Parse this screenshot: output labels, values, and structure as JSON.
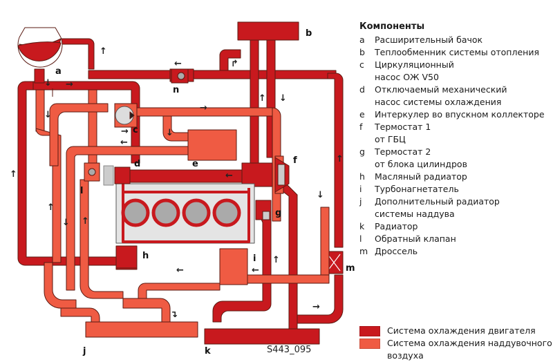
{
  "colors": {
    "engine_coolant": "#c8191e",
    "charge_air_coolant": "#ef5b43",
    "engine_block": "#e4e4e4",
    "outline": "#5a1a12",
    "arrow": "#222222"
  },
  "legend": {
    "title": "Компоненты",
    "items": [
      {
        "key": "a",
        "text": "Расширительный бачок"
      },
      {
        "key": "b",
        "text": "Теплообменник системы отопления"
      },
      {
        "key": "c",
        "text": "Циркуляционный"
      },
      {
        "key": "",
        "text": "насос ОЖ V50"
      },
      {
        "key": "d",
        "text": "Отключаемый механический"
      },
      {
        "key": "",
        "text": "насос системы охлаждения"
      },
      {
        "key": "e",
        "text": "Интеркулер во впускном коллекторе"
      },
      {
        "key": "f",
        "text": "Термостат 1"
      },
      {
        "key": "",
        "text": "от ГБЦ"
      },
      {
        "key": "g",
        "text": "Термостат 2"
      },
      {
        "key": "",
        "text": "от блока цилиндров"
      },
      {
        "key": "h",
        "text": "Масляный радиатор"
      },
      {
        "key": "i",
        "text": "Турбонагнетатель"
      },
      {
        "key": "j",
        "text": "Дополнительный радиатор"
      },
      {
        "key": "",
        "text": "системы наддува"
      },
      {
        "key": "k",
        "text": "Радиатор"
      },
      {
        "key": "l",
        "text": "Обратный клапан"
      },
      {
        "key": "m",
        "text": "Дроссель"
      }
    ]
  },
  "systems": [
    {
      "name": "Система охлаждения двигателя",
      "color": "#c8191e"
    },
    {
      "name": "Система охлаждения наддувочного",
      "name2": "воздуха",
      "color": "#ef5b43"
    }
  ],
  "diagram_labels": {
    "a": "a",
    "b": "b",
    "c": "c",
    "d": "d",
    "e": "e",
    "f": "f",
    "g": "g",
    "h": "h",
    "i": "i",
    "j": "j",
    "k": "k",
    "l": "l",
    "m": "m",
    "n": "n"
  },
  "figure_id": "S443_095"
}
